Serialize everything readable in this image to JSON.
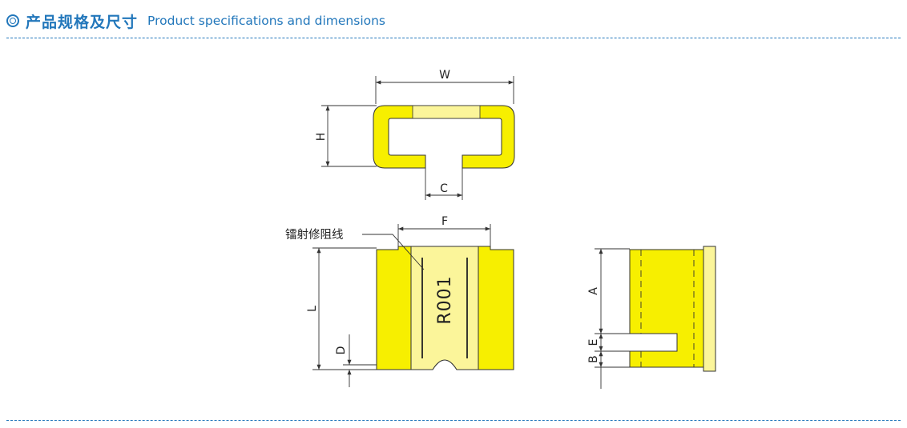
{
  "header": {
    "title_cn": "产品规格及尺寸",
    "title_en": "Product specifications and dimensions"
  },
  "colors": {
    "accent": "#2277bb",
    "yellow": "#f7ef00",
    "pale_yellow": "#fbf59a",
    "outline": "#333333"
  },
  "icons": {
    "header_bullet": "double-circle-icon"
  },
  "diagram": {
    "top_view": {
      "width_label": "W",
      "height_label": "H",
      "gap_label": "C"
    },
    "front_view": {
      "width_label": "F",
      "length_label": "L",
      "notch_label": "D",
      "marking": "R001",
      "callout": "镭射修阻线"
    },
    "side_view": {
      "a_label": "A",
      "e_label": "E",
      "b_label": "B"
    }
  }
}
